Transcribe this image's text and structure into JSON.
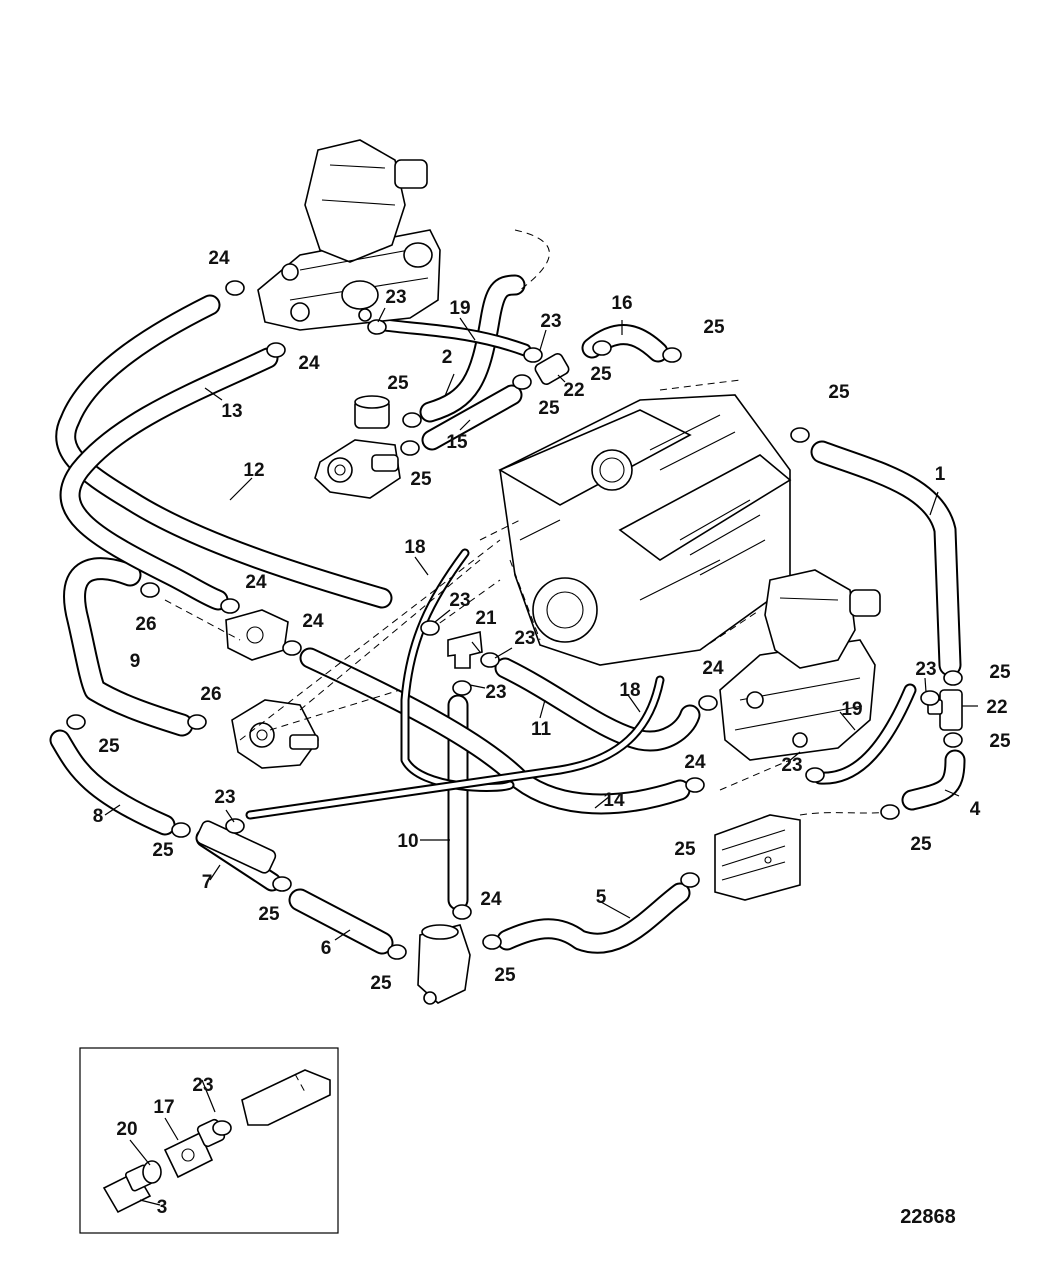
{
  "figure": {
    "number": "22868"
  },
  "callouts": [
    {
      "id": "c1",
      "text": "1"
    },
    {
      "id": "c2",
      "text": "2"
    },
    {
      "id": "c3",
      "text": "3"
    },
    {
      "id": "c4",
      "text": "4"
    },
    {
      "id": "c5",
      "text": "5"
    },
    {
      "id": "c6",
      "text": "6"
    },
    {
      "id": "c7",
      "text": "7"
    },
    {
      "id": "c8",
      "text": "8"
    },
    {
      "id": "c9",
      "text": "9"
    },
    {
      "id": "c10",
      "text": "10"
    },
    {
      "id": "c11",
      "text": "11"
    },
    {
      "id": "c12",
      "text": "12"
    },
    {
      "id": "c13",
      "text": "13"
    },
    {
      "id": "c14",
      "text": "14"
    },
    {
      "id": "c15",
      "text": "15"
    },
    {
      "id": "c16",
      "text": "16"
    },
    {
      "id": "c17",
      "text": "17"
    },
    {
      "id": "c18a",
      "text": "18"
    },
    {
      "id": "c18b",
      "text": "18"
    },
    {
      "id": "c19a",
      "text": "19"
    },
    {
      "id": "c19b",
      "text": "19"
    },
    {
      "id": "c20",
      "text": "20"
    },
    {
      "id": "c21",
      "text": "21"
    },
    {
      "id": "c22a",
      "text": "22"
    },
    {
      "id": "c22b",
      "text": "22"
    },
    {
      "id": "c23a",
      "text": "23"
    },
    {
      "id": "c23b",
      "text": "23"
    },
    {
      "id": "c23c",
      "text": "23"
    },
    {
      "id": "c23d",
      "text": "23"
    },
    {
      "id": "c23e",
      "text": "23"
    },
    {
      "id": "c23f",
      "text": "23"
    },
    {
      "id": "c23g",
      "text": "23"
    },
    {
      "id": "c23h",
      "text": "23"
    },
    {
      "id": "c23i",
      "text": "23"
    },
    {
      "id": "c23j",
      "text": "23"
    },
    {
      "id": "c24a",
      "text": "24"
    },
    {
      "id": "c24b",
      "text": "24"
    },
    {
      "id": "c24c",
      "text": "24"
    },
    {
      "id": "c24d",
      "text": "24"
    },
    {
      "id": "c24e",
      "text": "24"
    },
    {
      "id": "c24f",
      "text": "24"
    },
    {
      "id": "c24g",
      "text": "24"
    },
    {
      "id": "c25a",
      "text": "25"
    },
    {
      "id": "c25b",
      "text": "25"
    },
    {
      "id": "c25c",
      "text": "25"
    },
    {
      "id": "c25d",
      "text": "25"
    },
    {
      "id": "c25e",
      "text": "25"
    },
    {
      "id": "c25f",
      "text": "25"
    },
    {
      "id": "c25g",
      "text": "25"
    },
    {
      "id": "c25h",
      "text": "25"
    },
    {
      "id": "c25i",
      "text": "25"
    },
    {
      "id": "c25j",
      "text": "25"
    },
    {
      "id": "c25k",
      "text": "25"
    },
    {
      "id": "c25l",
      "text": "25"
    },
    {
      "id": "c25m",
      "text": "25"
    },
    {
      "id": "c25n",
      "text": "25"
    },
    {
      "id": "c25o",
      "text": "25"
    },
    {
      "id": "c25p",
      "text": "25"
    },
    {
      "id": "c26a",
      "text": "26"
    },
    {
      "id": "c26b",
      "text": "26"
    }
  ]
}
